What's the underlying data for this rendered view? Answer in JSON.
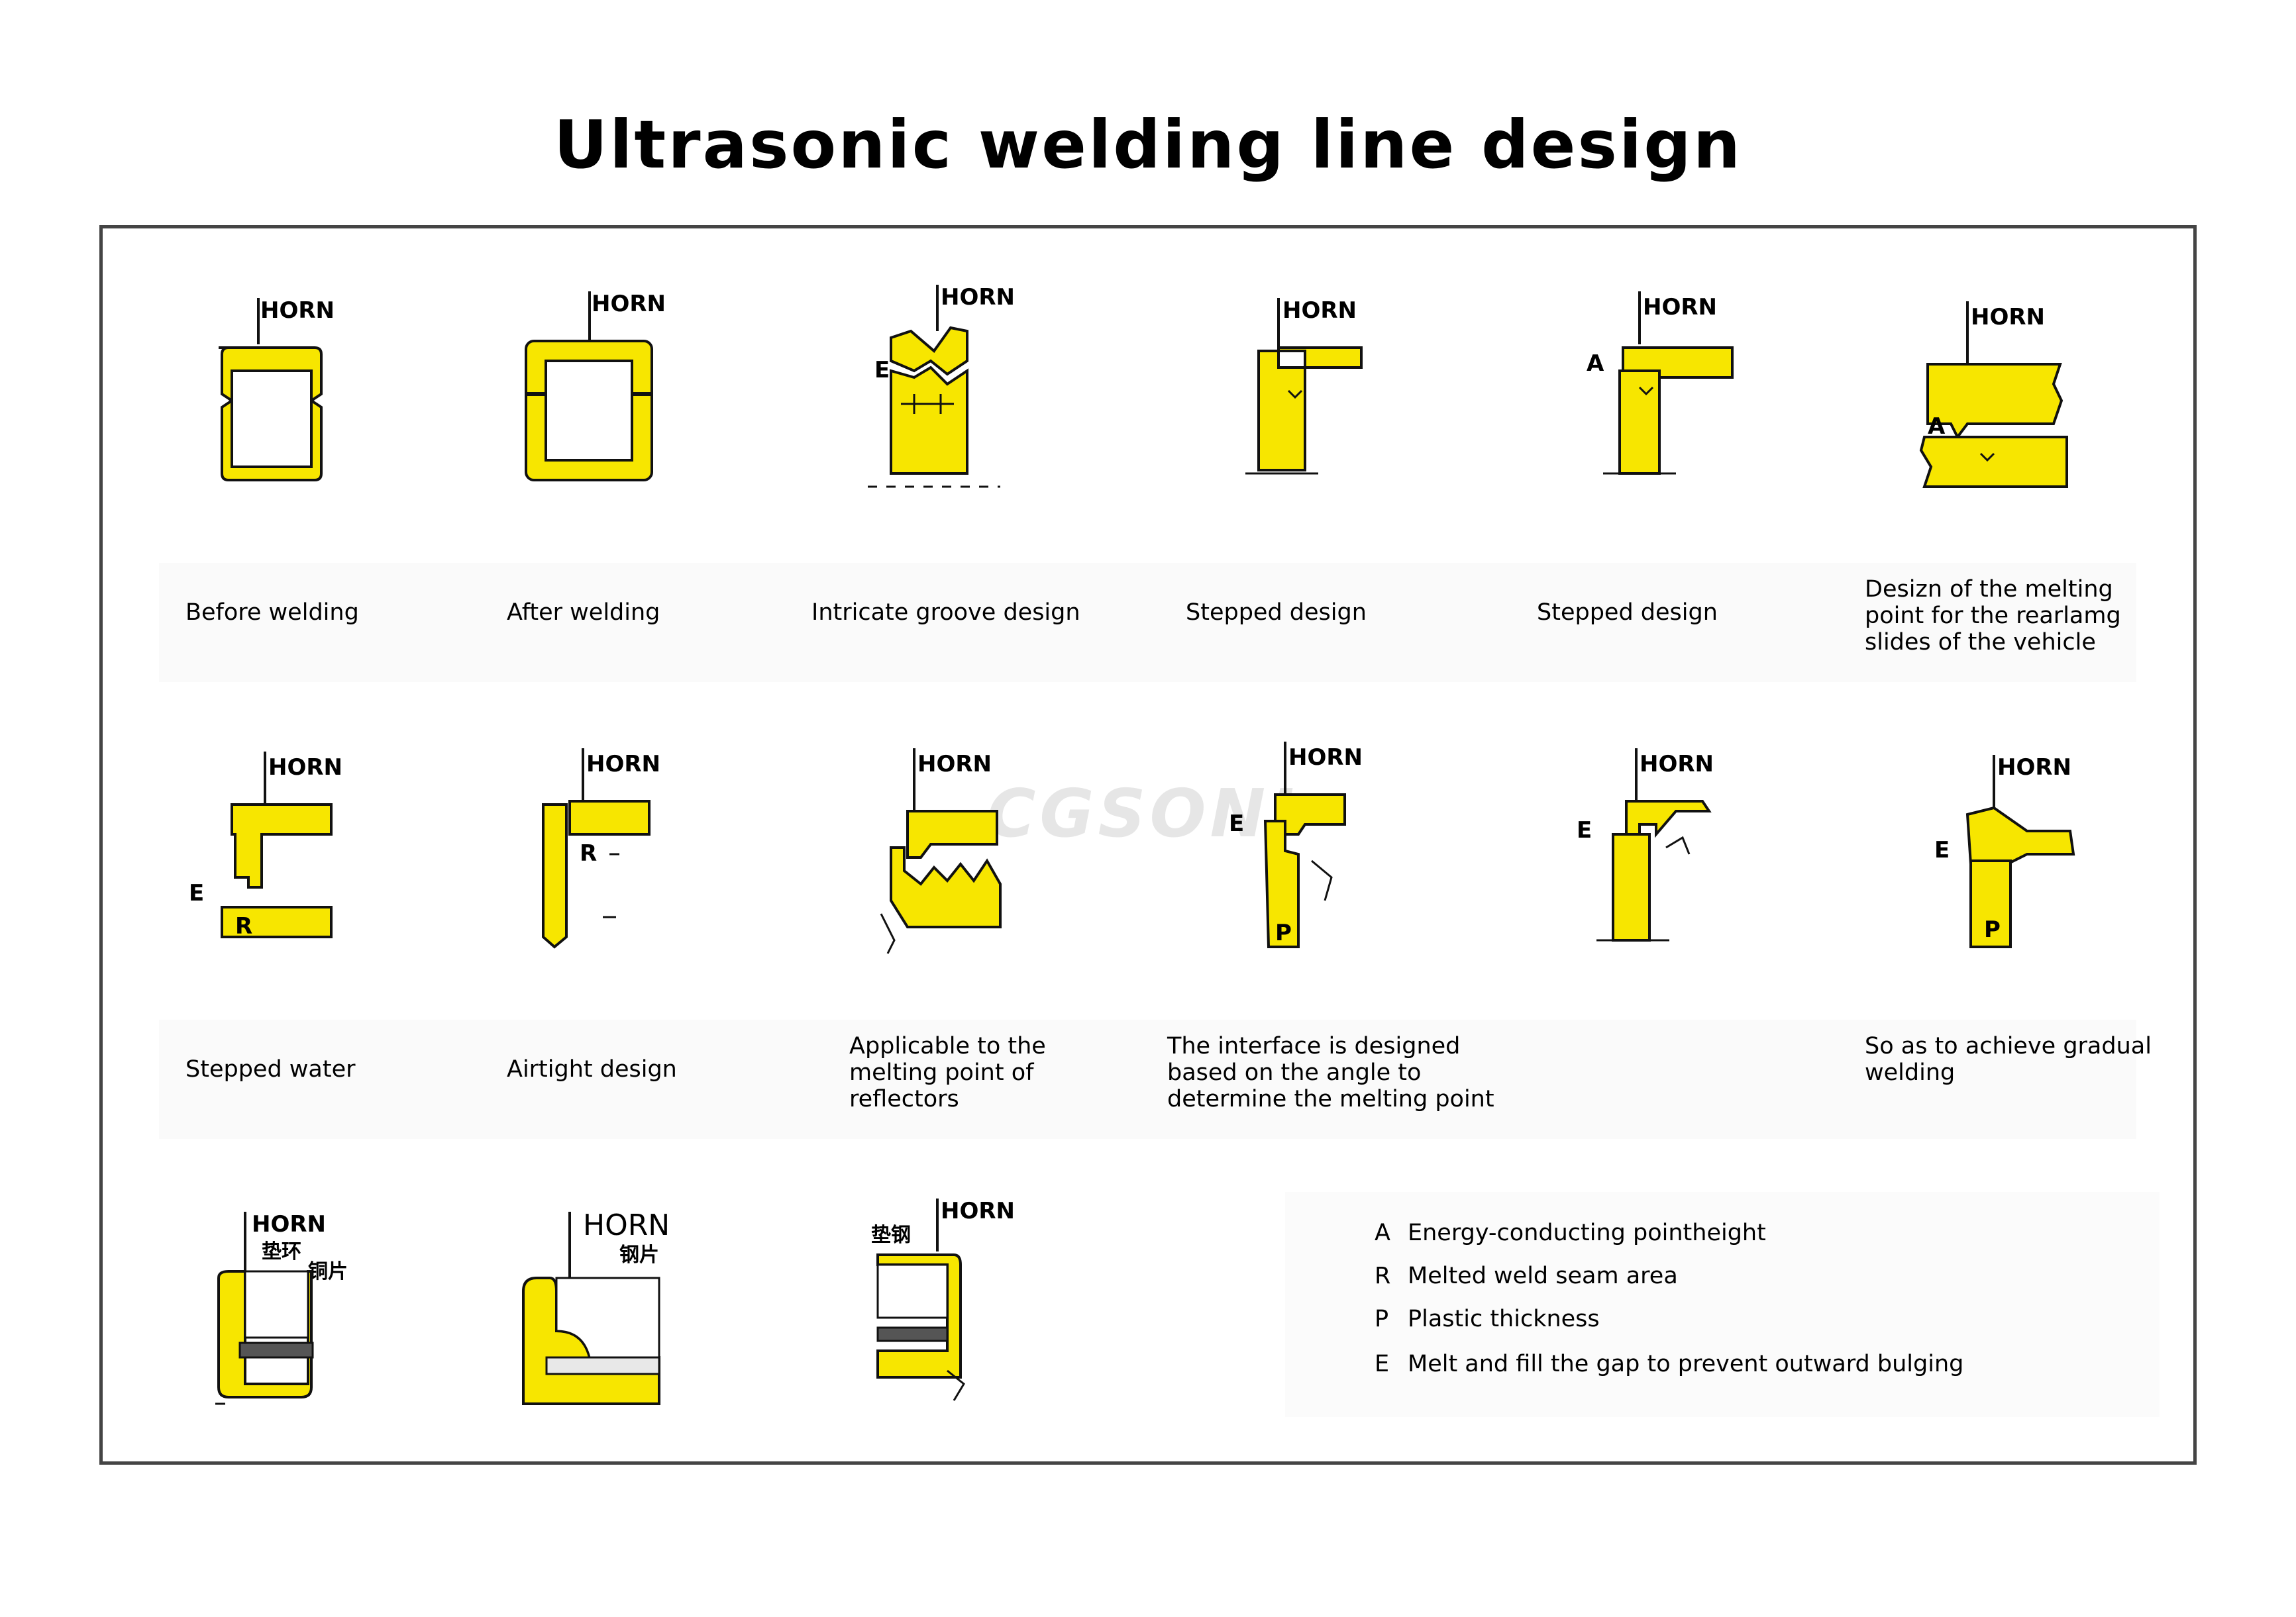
{
  "title": "Ultrasonic welding line design",
  "watermark": "CGSONI",
  "horn_label": "HORN",
  "marks": {
    "A": "A",
    "R": "R",
    "P": "P",
    "E": "E"
  },
  "figures": [
    {
      "caption": "Before welding"
    },
    {
      "caption": "After welding"
    },
    {
      "caption": "Intricate groove design"
    },
    {
      "caption": "Stepped design"
    },
    {
      "caption": "Stepped design"
    },
    {
      "caption": "Desizn of the melting\npoint for the rearlamg\nslides of the vehicle"
    },
    {
      "caption": "Stepped water"
    },
    {
      "caption": "Airtight design"
    },
    {
      "caption": "Applicable to the\nmelting point of\nreflectors"
    },
    {
      "caption": "The interface is designed\nbased on the angle to\ndetermine the melting point"
    },
    {
      "caption": ""
    },
    {
      "caption": "So as to achieve gradual\n welding"
    },
    {
      "caption": "",
      "labels": [
        "垫环",
        "铜片"
      ]
    },
    {
      "caption": "",
      "labels": [
        "钢片"
      ]
    },
    {
      "caption": "",
      "labels": [
        "垫钢"
      ]
    }
  ],
  "legend": [
    {
      "letter": "A",
      "text": "Energy-conducting pointheight"
    },
    {
      "letter": "R",
      "text": "Melted weld seam area"
    },
    {
      "letter": "P",
      "text": "Plastic thickness"
    },
    {
      "letter": "E",
      "text": "Melt and fill the gap to prevent outward bulging"
    }
  ],
  "colors": {
    "part_fill": "#f7e600",
    "outline": "#111111",
    "frame": "#444444"
  }
}
